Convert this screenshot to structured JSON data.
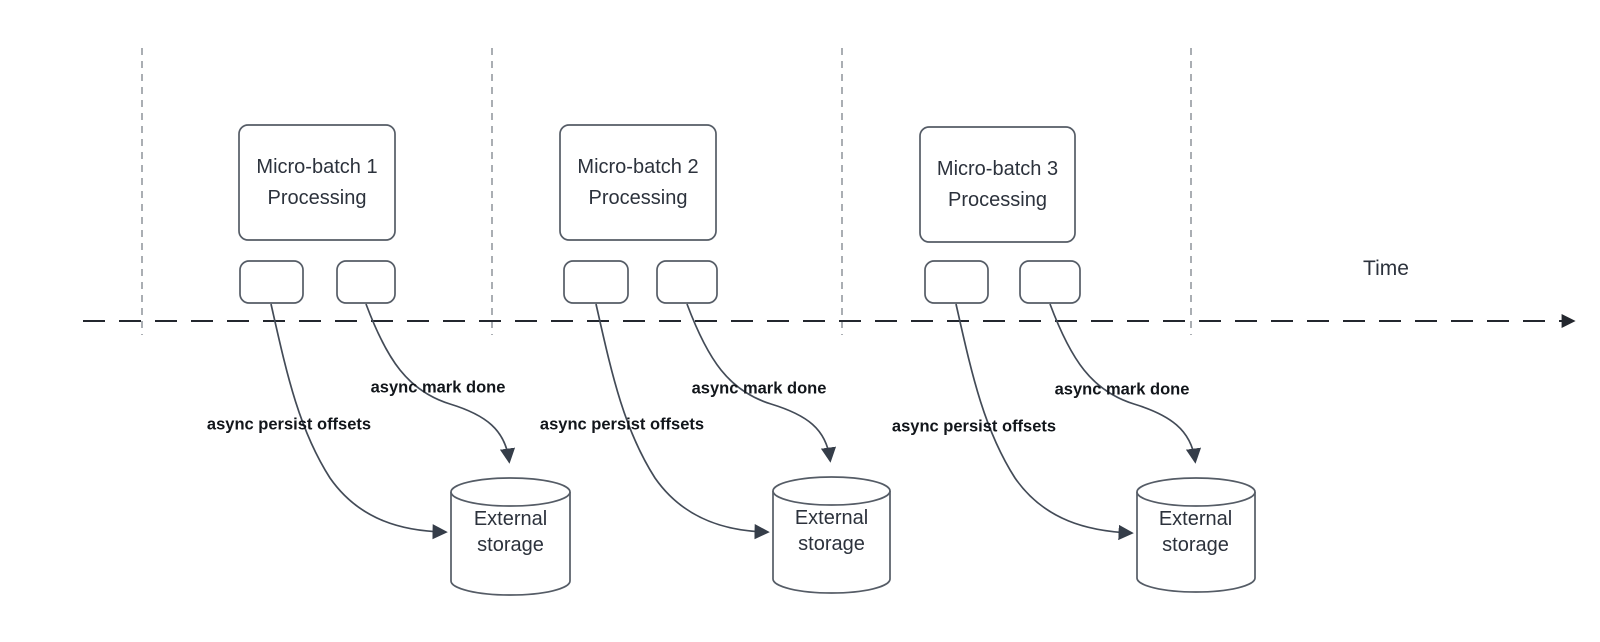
{
  "diagram": {
    "time_label": "Time",
    "sections": [
      {
        "box_line1": "Micro-batch 1",
        "box_line2": "Processing",
        "persist_label": "async persist offsets",
        "mark_label": "async mark done",
        "storage_line1": "External",
        "storage_line2": "storage"
      },
      {
        "box_line1": "Micro-batch 2",
        "box_line2": "Processing",
        "persist_label": "async persist offsets",
        "mark_label": "async mark done",
        "storage_line1": "External",
        "storage_line2": "storage"
      },
      {
        "box_line1": "Micro-batch 3",
        "box_line2": "Processing",
        "persist_label": "async persist offsets",
        "mark_label": "async mark done",
        "storage_line1": "External",
        "storage_line2": "storage"
      }
    ],
    "colors": {
      "background": "#ffffff",
      "shape_stroke": "#555c66",
      "arrow_stroke": "#434b57",
      "arrowhead_fill": "#353d49",
      "axis_stroke": "#23272e",
      "guide_stroke": "#aaaeb3",
      "shape_text": "#2c323c",
      "label_text": "#12161b"
    }
  }
}
